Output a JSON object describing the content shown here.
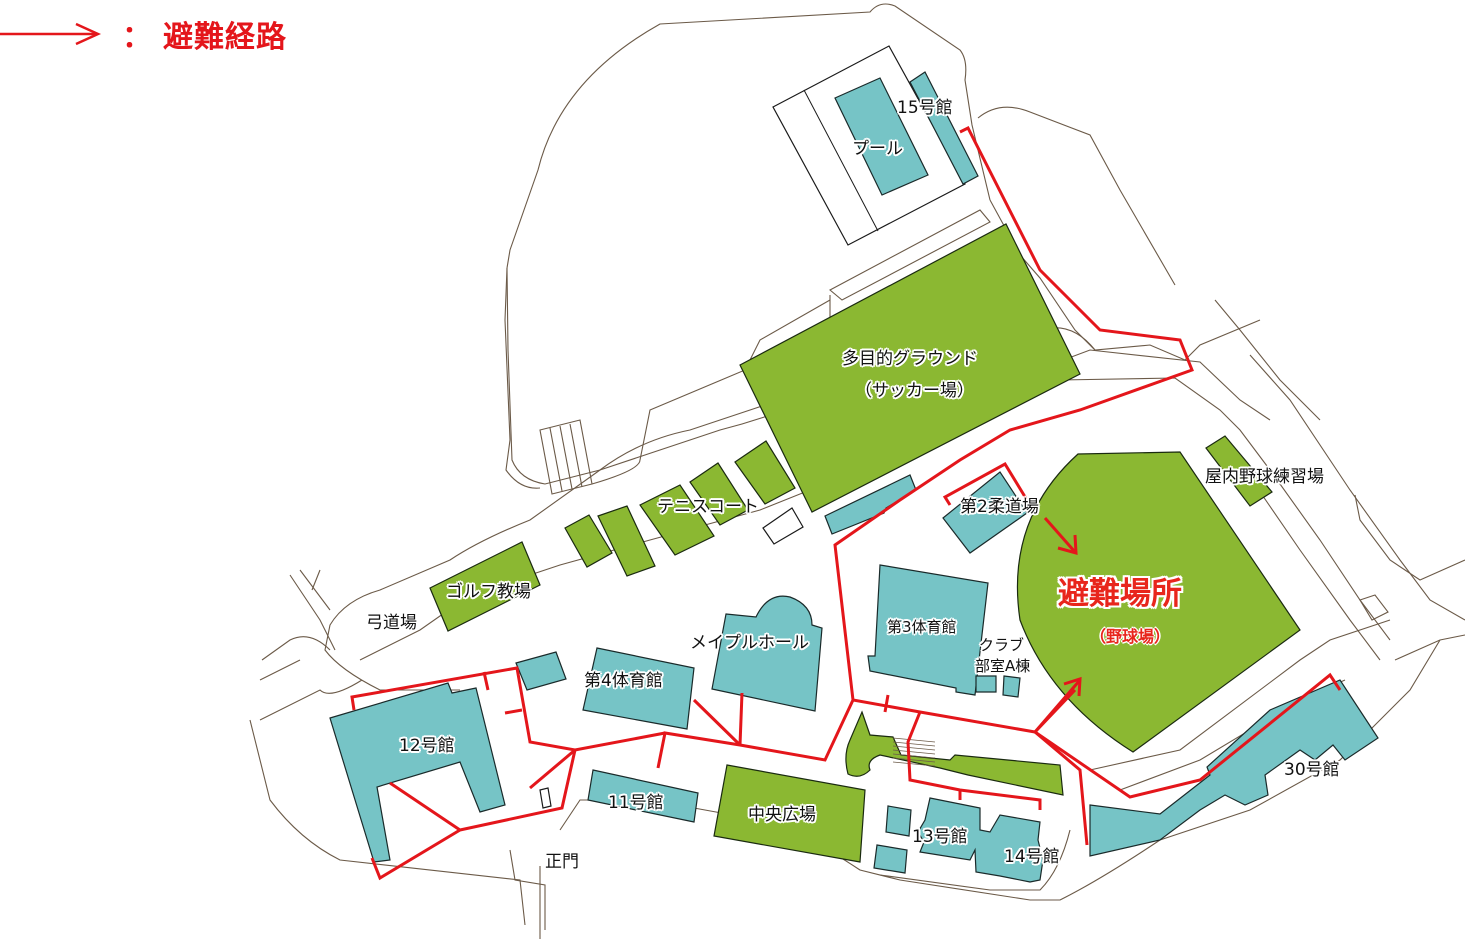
{
  "legend": {
    "symbol": "red-arrow",
    "separator": "：",
    "label": "避難経路",
    "color": "#e4161b"
  },
  "colors": {
    "building": "#76c4c6",
    "field": "#8bb832",
    "route": "#e4161b",
    "road": "#6b5a48"
  },
  "refuge": {
    "title": "避難場所",
    "subtitle": "（野球場）"
  },
  "labels": {
    "bldg15": "15号館",
    "pool": "プール",
    "multi_ground": "多目的グラウンド",
    "soccer": "（サッカー場）",
    "tennis": "テニスコート",
    "golf": "ゴルフ教場",
    "kyudo": "弓道場",
    "maple_hall": "メイプルホール",
    "gym4": "第4体育館",
    "gym3": "第3体育館",
    "club_a": "クラブ",
    "club_a2": "部室A棟",
    "judo2": "第2柔道場",
    "indoor_baseball": "屋内野球練習場",
    "bldg12": "12号館",
    "bldg11": "11号館",
    "central_plaza": "中央広場",
    "bldg13": "13号館",
    "bldg14": "14号館",
    "bldg30": "30号館",
    "main_gate": "正門"
  }
}
